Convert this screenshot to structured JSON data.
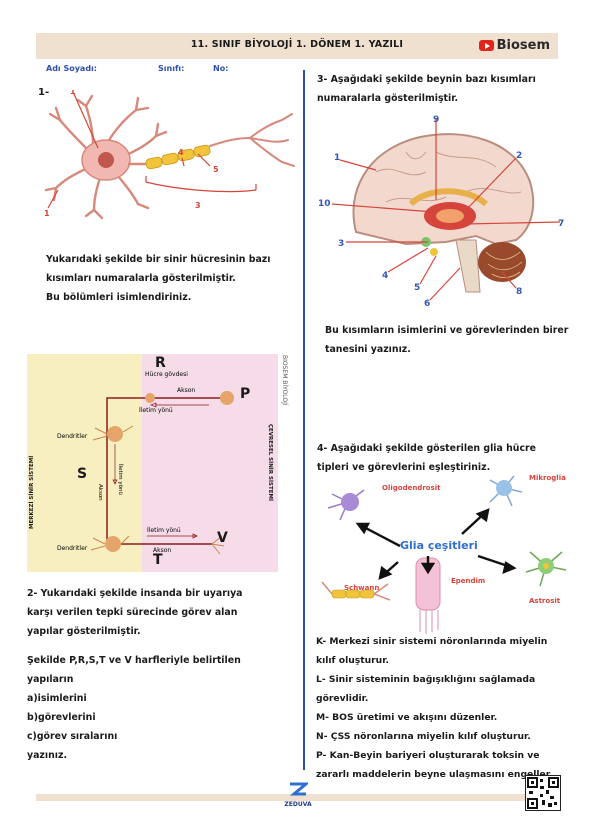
{
  "header": {
    "title": "11. SINIF BİYOLOJİ 1. DÖNEM 1. YAZILI",
    "brand": "Biosem"
  },
  "student": {
    "name_label": "Adı Soyadı:",
    "class_label": "Sınıfı:",
    "no_label": "No:"
  },
  "side_label": "BIOSEM BİYOLOJİ",
  "q1": {
    "number": "1-",
    "labels": [
      "1",
      "2",
      "3",
      "4",
      "5"
    ],
    "lines": [
      "Yukarıdaki şekilde bir sinir hücresinin bazı",
      "kısımları numaralarla gösterilmiştir.",
      "Bu bölümleri isimlendiriniz."
    ]
  },
  "q2": {
    "figure": {
      "left_region": "MERKEZİ SİNİR SİSTEMİ",
      "right_region": "ÇEVRESEL SİNİR SİSTEMİ",
      "letters": {
        "R": "R",
        "P": "P",
        "S": "S",
        "T": "T",
        "V": "V"
      },
      "cell_body": "Hücre gövdesi",
      "axon_top": "Akson",
      "direction_top": "İletim yönü",
      "dendrites_top": "Dendritler",
      "axon_mid": "Akson",
      "direction_mid": "İletim yönü",
      "direction_bottom": "İletim yönü",
      "axon_bottom": "Akson",
      "dendrites_bottom": "Dendritler"
    },
    "lines": [
      "2- Yukarıdaki şekilde insanda bir uyarıya",
      "karşı verilen tepki sürecinde görev alan",
      "yapılar gösterilmiştir."
    ],
    "intro": [
      "Şekilde P,R,S,T ve V harfleriyle belirtilen",
      "yapıların"
    ],
    "items": [
      "a)isimlerini",
      "b)görevlerini",
      "c)görev sıralarını"
    ],
    "ending": "yazınız."
  },
  "q3": {
    "lines": [
      "3- Aşağıdaki şekilde beynin bazı kısımları",
      "numaralarla gösterilmiştir."
    ],
    "labels": [
      "1",
      "2",
      "3",
      "4",
      "5",
      "6",
      "7",
      "8",
      "9",
      "10"
    ],
    "answer_lines": [
      "Bu kısımların isimlerini ve görevlerinden birer",
      "tanesini yazınız."
    ]
  },
  "q4": {
    "lines": [
      "4- Aşağıdaki şekilde gösterilen glia hücre",
      "tipleri ve görevlerini eşleştiriniz."
    ],
    "center": "Glia çeşitleri",
    "cells": [
      "Oligodendrosit",
      "Mikroglia",
      "Ependim",
      "Schwann",
      "Astrosit"
    ],
    "options": [
      "K- Merkezi sinir sistemi nöronlarında miyelin",
      "kılıf oluşturur.",
      "L- Sinir sisteminin bağışıklığını sağlamada",
      "görevlidir.",
      "M- BOS üretimi ve akışını düzenler.",
      "N- ÇSS nöronlarına miyelin kılıf oluşturur.",
      "P- Kan-Beyin bariyeri oluşturarak toksin ve",
      "zararlı maddelerin beyne ulaşmasını engeller."
    ]
  },
  "footer": {
    "logo": "ZEDUVA"
  },
  "colors": {
    "accent": "#2f4fa0",
    "header_bg": "#f0e0d0",
    "highlight_red": "#d6453c"
  }
}
